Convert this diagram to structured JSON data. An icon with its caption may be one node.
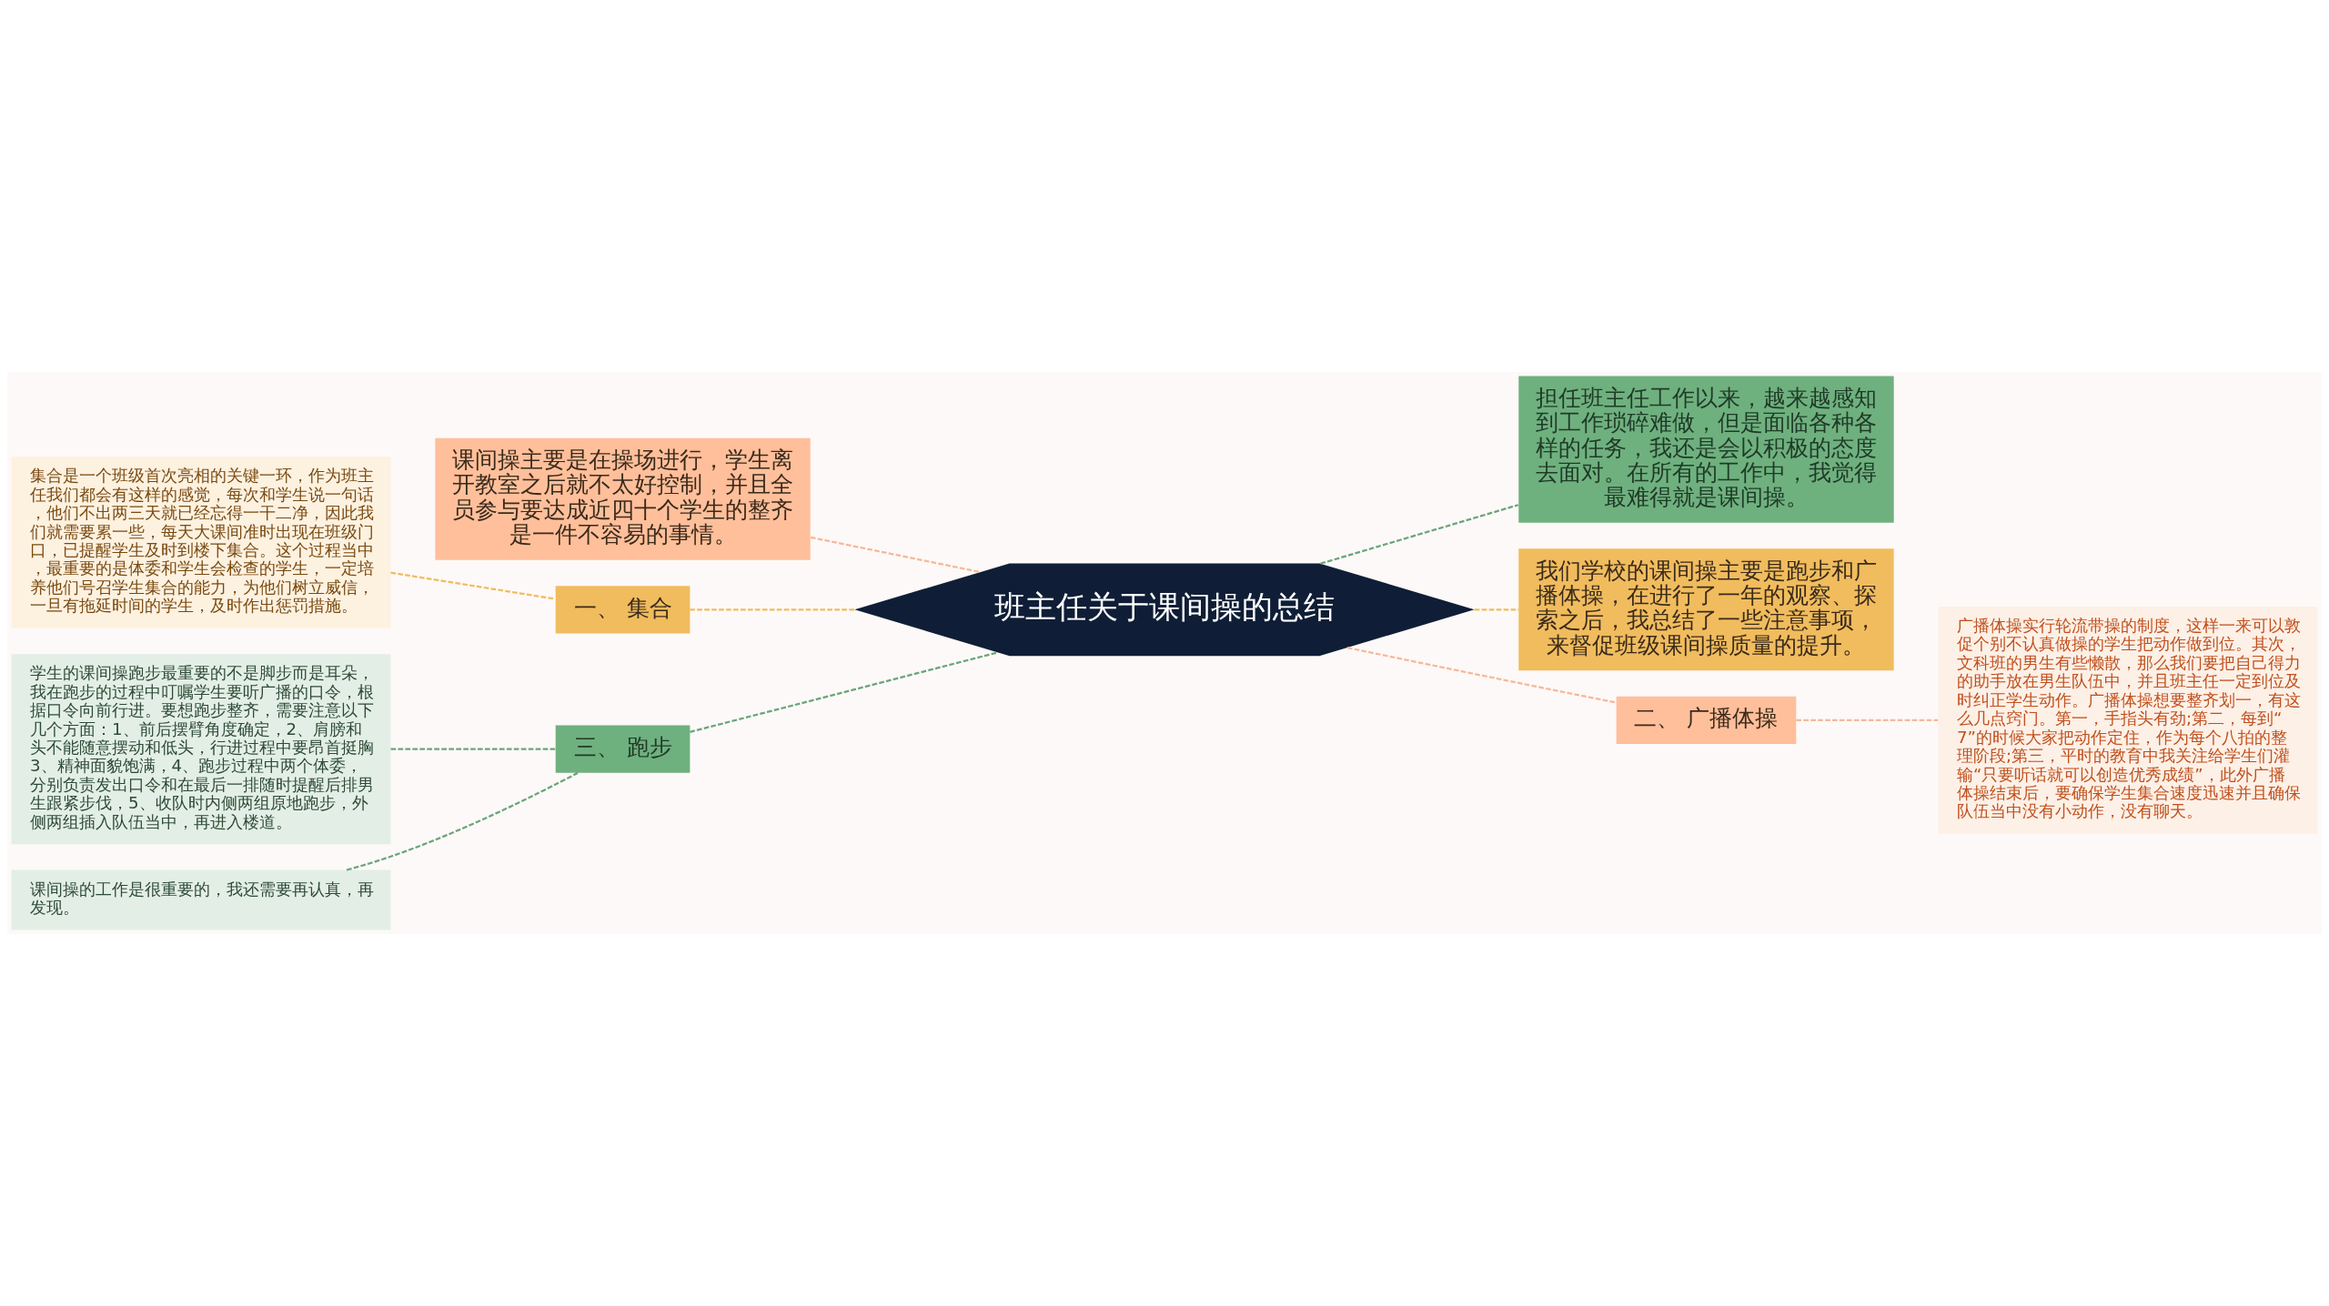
{
  "diagram": {
    "nodes": [
      {
        "text": [
          "班主任关于课间操的总结"
        ]
      },
      {
        "text": [
          "课间操主要是在操场进行，学生离开教室之后就不太好控制，并且全员参与要达成近四十个学生的整齐是一件不容易的事情。"
        ]
      },
      {
        "text": [
          "一、 集合"
        ]
      },
      {
        "text": [
          "集合是一个班级首次亮相的关键一环，作为班主任我们都会有这样的感觉，每次和学生说一句话，他们不出两三天就已经忘得一干二净，因此我们就需要累一些，每天大课间准时出现在班级门口，已提醒学生及时到楼下集合。这个过程当中，最重要的是体委和学生会检查的学生，一定培养他们号召学生集合的能力，为他们树立威信，一旦有拖延时间的学生，及时作出惩罚措施。"
        ]
      },
      {
        "text": [
          "三、 跑步"
        ]
      },
      {
        "text": [
          "学生的课间操跑步最重要的不是脚步而是耳朵，我在跑步的过程中叮嘱学生要听广播的口令，根据口令向前行进。要想跑步整齐，需要注意以下几个方面：1、前后摆臂角度确定，2、肩膀和头不能随意摆动和低头，行进过程中要昂首挺胸3、精神面貌饱满，4、跑步过程中两个体委，分别负责发出口令和在最后一排随时提醒后排男生跟紧步伐，5、收队时内侧两组原地跑步，外侧两组插入队伍当中，再进入楼道。"
        ]
      },
      {
        "text": [
          "课间操的工作是很重要的，我还需要再认真，再发现。"
        ]
      },
      {
        "text": [
          "担任班主任工作以来，越来越感知到工作琐碎难做，但是面临各种各样的任务，我还是会以积极的态度去面对。在所有的工作中，我觉得最难得就是课间操。"
        ]
      },
      {
        "text": [
          "我们学校的课间操主要是跑步和广播体操，在进行了一年的观察、探索之后，我总结了一些注意事项，来督促班级课间操质量的提升。"
        ]
      },
      {
        "text": [
          "二、 广播体操"
        ]
      },
      {
        "text": [
          "广播体操实行轮流带操的制度，这样一来可以敦促个别不认真做操的学生把动作做到位。其次，文科班的男生有些懒散，那么我们要把自己得力的助手放在男生队伍中，并且班主任一定到位及时纠正学生动作。广播体操想要整齐划一，有这么几点窍门。第一，手指头有劲;第二，每到“7”的时候大家把动作定住，作为每个八拍的整理阶段;第三，平时的教育中我关注给学生们灌输“只要听话就可以创造优秀成绩”，此外广播体操结束后，要确保学生集合速度迅速并且确保队伍当中没有小动作，没有聊天。"
        ]
      }
    ],
    "edges": [
      {
        "from": 0,
        "to": 1,
        "arrow": "none",
        "style": "dashed",
        "color": "#f5b99a"
      },
      {
        "from": 0,
        "to": 2,
        "arrow": "none",
        "style": "dashed",
        "color": "#f0bc5e"
      },
      {
        "from": 2,
        "to": 3,
        "arrow": "none",
        "style": "dashed",
        "color": "#f0bc5e"
      },
      {
        "from": 0,
        "to": 4,
        "arrow": "none",
        "style": "dashed",
        "color": "#6aa57b"
      },
      {
        "from": 4,
        "to": 5,
        "arrow": "none",
        "style": "dashed",
        "color": "#6aa57b"
      },
      {
        "from": 4,
        "to": 6,
        "arrow": "none",
        "style": "dashed",
        "color": "#6aa57b"
      },
      {
        "from": 0,
        "to": 7,
        "arrow": "none",
        "style": "dashed",
        "color": "#6aa57b"
      },
      {
        "from": 0,
        "to": 8,
        "arrow": "none",
        "style": "dashed",
        "color": "#f0bc5e"
      },
      {
        "from": 0,
        "to": 9,
        "arrow": "none",
        "style": "dashed",
        "color": "#f5b99a"
      },
      {
        "from": 9,
        "to": 10,
        "arrow": "none",
        "style": "dashed",
        "color": "#f5b99a"
      }
    ]
  }
}
